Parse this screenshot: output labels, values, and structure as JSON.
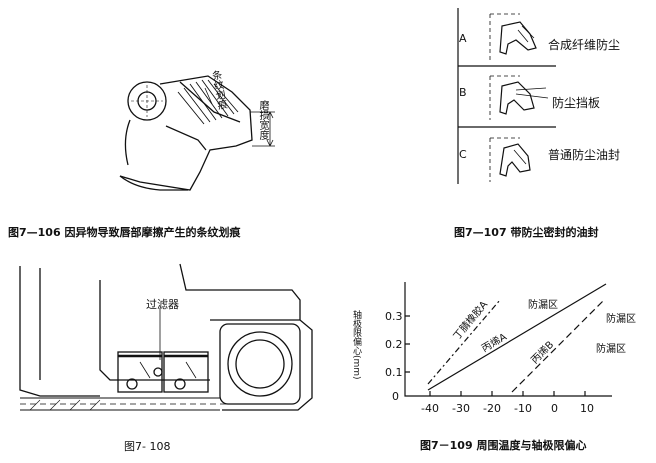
{
  "fig106": {
    "caption": "图7—106  因异物导致唇部摩擦产生的条纹划痕",
    "label_scratch": "条纹划痕",
    "label_width": "磨损宽度"
  },
  "fig107": {
    "caption": "图7—107  带防尘密封的油封",
    "rows": [
      {
        "letter": "A",
        "text": "合成纤维防尘"
      },
      {
        "letter": "B",
        "text": "防尘挡板"
      },
      {
        "letter": "C",
        "text": "普通防尘油封"
      }
    ]
  },
  "fig108": {
    "caption": "图7- 108",
    "label_filter": "过滤器"
  },
  "fig109": {
    "caption": "图7－109  周围温度与轴极限偏心",
    "ylabel": "轴极限偏心(mm)",
    "yticks": [
      "0.3",
      "0.2",
      "0.1",
      "0"
    ],
    "xticks": [
      "-40",
      "-30",
      "-20",
      "-10",
      "0",
      "10"
    ],
    "line_labels": [
      "丁腈橡胶A",
      "丙烯A",
      "丙烯B"
    ],
    "region_labels": [
      "防漏区",
      "防漏区",
      "防漏区"
    ]
  }
}
